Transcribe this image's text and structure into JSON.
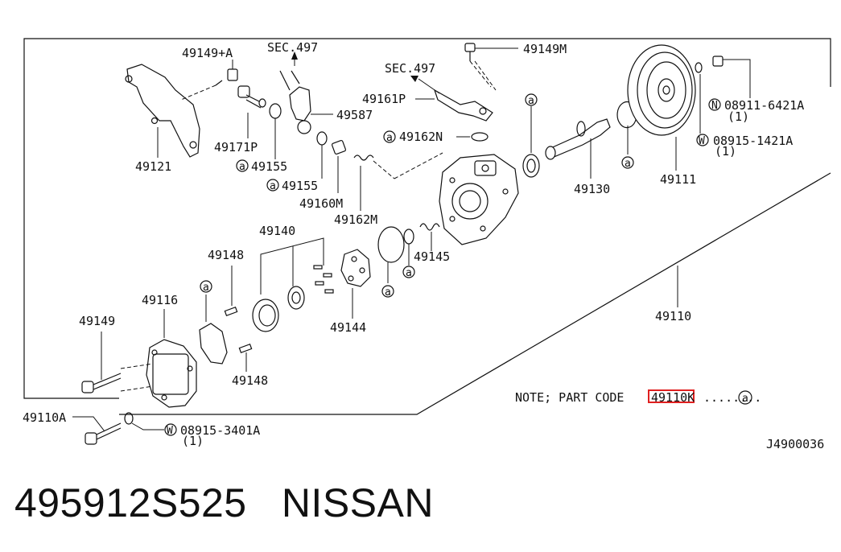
{
  "diagram": {
    "labels": {
      "p49149a": "49149+A",
      "sec497a": "SEC.497",
      "sec497b": "SEC.497",
      "p49149m": "49149M",
      "p49161p": "49161P",
      "p49587": "49587",
      "p49121": "49121",
      "p49171p": "49171P",
      "p49155a": "49155",
      "p49155b": "49155",
      "p49160m": "49160M",
      "p49162n": "49162N",
      "p49162m": "49162M",
      "p49130": "49130",
      "p49111": "49111",
      "p08911": "08911-6421A",
      "p08911q": "(1)",
      "p08915a": "08915-1421A",
      "p08915aq": "(1)",
      "p49140": "49140",
      "p49148a": "49148",
      "p49148b": "49148",
      "p49145": "49145",
      "p49144": "49144",
      "p49116": "49116",
      "p49149": "49149",
      "p49110": "49110",
      "p49110a": "49110A",
      "p08915b": "08915-3401A",
      "p08915bq": "(1)",
      "note": "NOTE; PART CODE",
      "note_code": "49110K",
      "note_dots": "........",
      "ref_code": "J4900036"
    },
    "symbols": {
      "circle_a": "a",
      "circle_n": "N",
      "circle_w": "W"
    },
    "highlight_color": "#e02020"
  },
  "footer": {
    "part_number": "495912S525",
    "brand": "NISSAN"
  }
}
